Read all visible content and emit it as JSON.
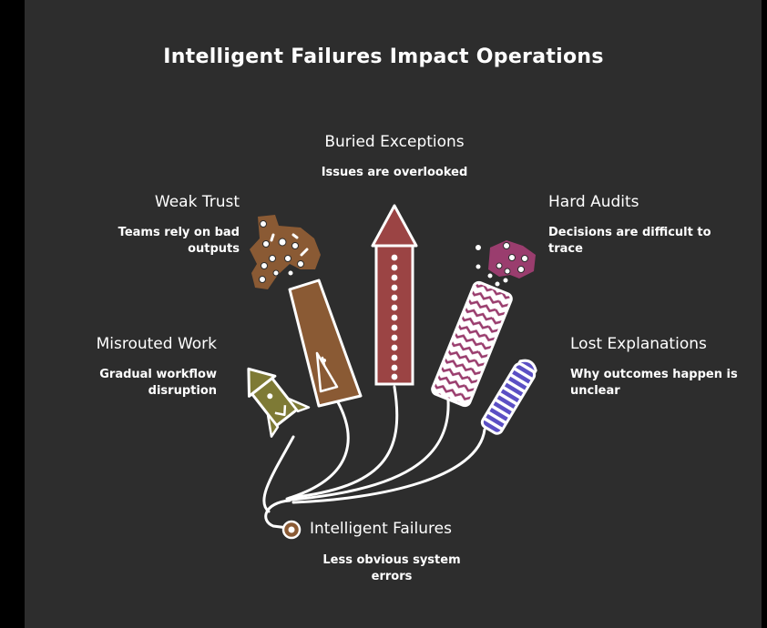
{
  "title": "Intelligent Failures Impact Operations",
  "items": [
    {
      "key": "buried-exceptions",
      "label": "Buried Exceptions",
      "description": "Issues are overlooked",
      "color": "#9b4444"
    },
    {
      "key": "weak-trust",
      "label": "Weak Trust",
      "description": "Teams rely on bad outputs",
      "color": "#8a5a34"
    },
    {
      "key": "hard-audits",
      "label": "Hard Audits",
      "description": "Decisions are difficult to trace",
      "color": "#9a3d6e"
    },
    {
      "key": "misrouted-work",
      "label": "Misrouted Work",
      "description": "Gradual workflow disruption",
      "color": "#7e7a35"
    },
    {
      "key": "lost-explanations",
      "label": "Lost Explanations",
      "description": "Why outcomes happen is unclear",
      "color": "#5b4fc4"
    }
  ],
  "root": {
    "label": "Intelligent Failures",
    "description": "Less obvious system errors",
    "color": "#8a5a34"
  }
}
